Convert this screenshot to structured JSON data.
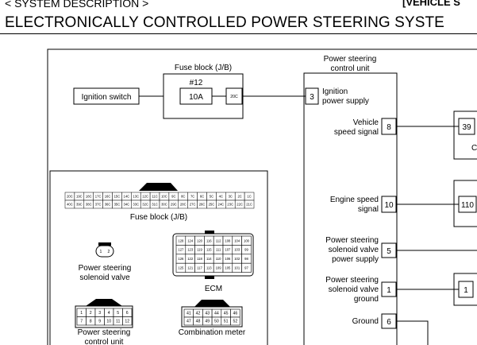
{
  "header": {
    "section": "< SYSTEM DESCRIPTION >",
    "model_tag": "[VEHICLE S",
    "title": "ELECTRONICALLY CONTROLLED POWER STEERING SYSTE"
  },
  "diagram": {
    "ignition_switch": "Ignition switch",
    "fuse_block_title": "Fuse block (J/B)",
    "fuse_number": "#12",
    "fuse_rating": "10A",
    "fuse_terminal": "20C",
    "pscu_title_1": "Power steering",
    "pscu_title_2": "control unit",
    "pins": [
      {
        "num": "3",
        "label": [
          "Ignition",
          "power supply"
        ]
      },
      {
        "num": "8",
        "label": [
          "Vehicle",
          "speed signal"
        ]
      },
      {
        "num": "10",
        "label": [
          "Engine speed",
          "signal"
        ]
      },
      {
        "num": "5",
        "label": [
          "Power steering",
          "solenoid valve",
          "power supply"
        ]
      },
      {
        "num": "1",
        "label": [
          "Power steering",
          "solenoid valve",
          "ground"
        ]
      },
      {
        "num": "6",
        "label": [
          "Ground"
        ]
      }
    ],
    "right_pins": {
      "a": "39",
      "a_sub": "C",
      "b": "110",
      "c": "1"
    },
    "connectors": {
      "fuse_block_label": "Fuse block (J/B)",
      "fuse_row1": [
        "20C",
        "19C",
        "18C",
        "17C",
        "16C",
        "15C",
        "14C",
        "13C",
        "12C",
        "11C",
        "10C",
        "9C",
        "8C",
        "7C",
        "6C",
        "5C",
        "4C",
        "3C",
        "2C",
        "1C"
      ],
      "fuse_row2": [
        "40C",
        "39C",
        "38C",
        "37C",
        "36C",
        "35C",
        "34C",
        "33C",
        "32C",
        "31C",
        "30C",
        "29C",
        "28C",
        "27C",
        "26C",
        "25C",
        "24C",
        "23C",
        "22C",
        "21C"
      ],
      "solenoid_pins": [
        "1",
        "2"
      ],
      "solenoid_label": [
        "Power steering",
        "solenoid valve"
      ],
      "ecm_label": "ECM",
      "ecm_rows": [
        [
          "128",
          "124",
          "120",
          "116",
          "112",
          "108",
          "104",
          "100"
        ],
        [
          "127",
          "123",
          "119",
          "115",
          "111",
          "107",
          "103",
          "99"
        ],
        [
          "126",
          "122",
          "118",
          "114",
          "110",
          "106",
          "102",
          "98"
        ],
        [
          "125",
          "121",
          "117",
          "113",
          "109",
          "105",
          "101",
          "97"
        ]
      ],
      "pscu_conn_rows": [
        [
          "1",
          "2",
          "3",
          "4",
          "5",
          "6"
        ],
        [
          "7",
          "8",
          "9",
          "10",
          "11",
          "12"
        ]
      ],
      "pscu_conn_label": [
        "Power steering",
        "control unit"
      ],
      "meter_rows": [
        [
          "41",
          "42",
          "43",
          "44",
          "45",
          "46"
        ],
        [
          "47",
          "48",
          "49",
          "50",
          "51",
          "52"
        ]
      ],
      "meter_label": "Combination meter"
    }
  }
}
